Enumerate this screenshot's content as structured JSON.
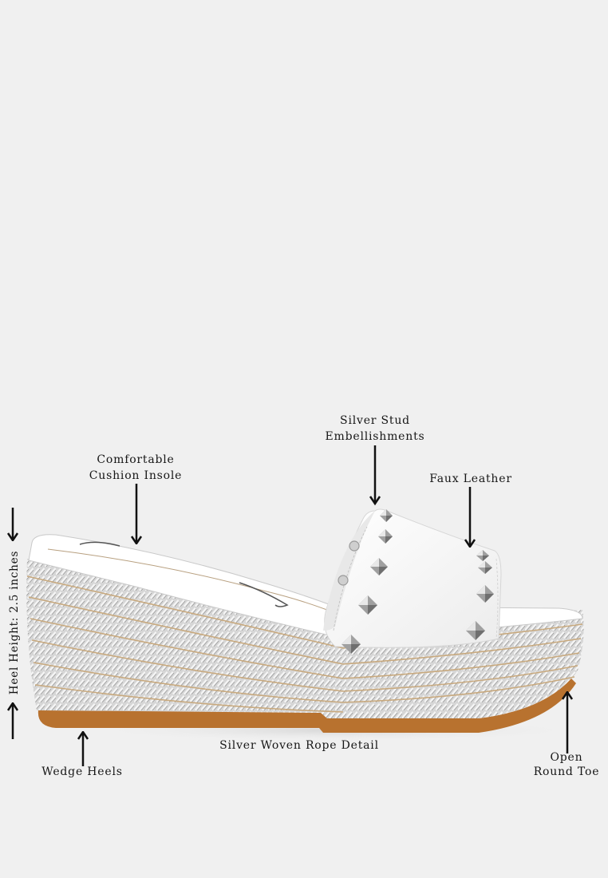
{
  "product": {
    "description": "White faux leather studded slide sandal on silver woven rope espadrille wedge",
    "colors": {
      "background": "#f0f0f0",
      "upper": "#ffffff",
      "rope": "#c9c9c9",
      "rope_stitch": "#c8a97e",
      "outsole": "#b8722f",
      "stud": "#a8a8a8",
      "text": "#161616"
    }
  },
  "annotations": {
    "silver_stud": {
      "line1": "Silver Stud",
      "line2": "Embellishments"
    },
    "cushion_insole": {
      "line1": "Comfortable",
      "line2": "Cushion Insole"
    },
    "faux_leather": {
      "label": "Faux Leather"
    },
    "heel_height": {
      "label": "Heel Height: 2.5 inches"
    },
    "rope_detail": {
      "label": "Silver Woven Rope Detail"
    },
    "wedge_heels": {
      "label": "Wedge Heels"
    },
    "open_toe": {
      "line1": "Open",
      "line2": "Round Toe"
    }
  }
}
